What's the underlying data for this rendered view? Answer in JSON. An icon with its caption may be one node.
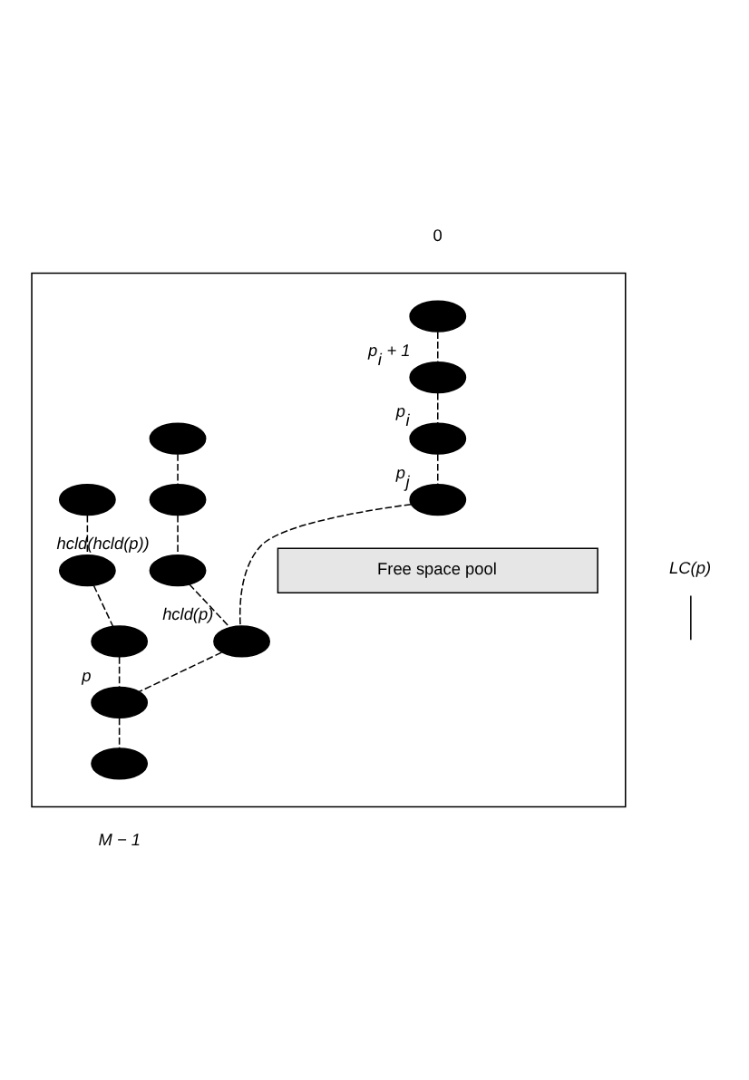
{
  "diagram": {
    "nodes": [
      {
        "text": [],
        "shape": "box"
      },
      {
        "text": [],
        "shape": "ellipse",
        "in": 0
      },
      {
        "text": [],
        "shape": "ellipse",
        "in": 0
      },
      {
        "text": [],
        "shape": "ellipse",
        "in": 0,
        "beside": [
          "p$_{i}$ + 1"
        ]
      },
      {
        "text": [],
        "shape": "ellipse",
        "in": 0
      },
      {
        "text": [],
        "shape": "ellipse",
        "in": 0
      },
      {
        "text": [],
        "shape": "ellipse",
        "in": 0,
        "beside": [
          "p$_{i}$"
        ]
      },
      {
        "text": [],
        "shape": "ellipse",
        "in": 0
      },
      {
        "text": [],
        "shape": "ellipse",
        "in": 0,
        "beside": [
          "p$_{j}$"
        ]
      },
      {
        "text": [],
        "shape": "ellipse",
        "in": 0,
        "beside": [
          "hcld(hcld(p))"
        ]
      },
      {
        "text": [
          "Free space pool"
        ],
        "in": 0
      },
      {
        "text": [
          "LC(p)"
        ]
      },
      {
        "text": [],
        "shape": "ellipse",
        "in": 0
      },
      {
        "text": [],
        "shape": "ellipse",
        "in": 0,
        "beside": [
          "hcld(p)"
        ]
      },
      {
        "text": [],
        "shape": "ellipse",
        "in": 0,
        "beside": [
          "p"
        ]
      },
      {
        "text": [],
        "shape": "ellipse",
        "in": 0
      }
    ],
    "edges": [
      {
        "from": 1,
        "to": 3,
        "arrow": "none",
        "style": "dashed"
      },
      {
        "from": 3,
        "to": 6,
        "arrow": "none",
        "style": "dashed"
      },
      {
        "from": 6,
        "to": 8,
        "arrow": "none",
        "style": "dashed"
      },
      {
        "from": 8,
        "to": 13,
        "arrow": "none",
        "style": "dashed"
      },
      {
        "from": 4,
        "to": 7,
        "arrow": "none",
        "style": "dashed"
      },
      {
        "from": 7,
        "to": 9,
        "arrow": "none",
        "style": "dashed"
      },
      {
        "from": 9,
        "to": 13,
        "arrow": "none",
        "style": "dashed"
      },
      {
        "from": 2,
        "to": 5,
        "arrow": "none",
        "style": "dashed"
      },
      {
        "from": 5,
        "to": 12,
        "arrow": "none",
        "style": "dashed"
      },
      {
        "from": 12,
        "to": 14,
        "arrow": "none",
        "style": "dashed"
      },
      {
        "from": 13,
        "to": 14,
        "arrow": "none",
        "style": "dashed"
      },
      {
        "from": 14,
        "to": 15,
        "arrow": "none",
        "style": "dashed"
      },
      {
        "from": 11,
        "to": null,
        "arrow": "none"
      }
    ],
    "labels": [
      "0",
      "M − 1"
    ]
  }
}
